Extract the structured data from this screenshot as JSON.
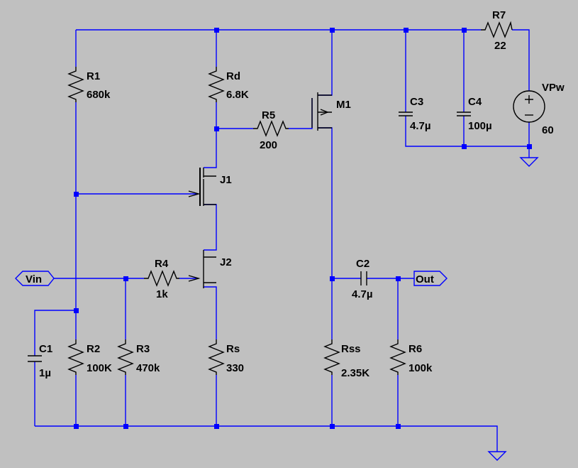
{
  "colors": {
    "background": "#c0c0c0",
    "wire": "#0000ff",
    "component": "#000000"
  },
  "ports": {
    "input": "Vin",
    "output": "Out"
  },
  "components": {
    "R1": {
      "name": "R1",
      "value": "680k"
    },
    "R2": {
      "name": "R2",
      "value": "100K"
    },
    "R3": {
      "name": "R3",
      "value": "470k"
    },
    "R4": {
      "name": "R4",
      "value": "1k"
    },
    "R5": {
      "name": "R5",
      "value": "200"
    },
    "R6": {
      "name": "R6",
      "value": "100k"
    },
    "R7": {
      "name": "R7",
      "value": "22"
    },
    "Rd": {
      "name": "Rd",
      "value": "6.8K"
    },
    "Rs": {
      "name": "Rs",
      "value": "330"
    },
    "Rss": {
      "name": "Rss",
      "value": "2.35K"
    },
    "C1": {
      "name": "C1",
      "value": "1µ"
    },
    "C2": {
      "name": "C2",
      "value": "4.7µ"
    },
    "C3": {
      "name": "C3",
      "value": "4.7µ"
    },
    "C4": {
      "name": "C4",
      "value": "100µ"
    },
    "J1": {
      "name": "J1"
    },
    "J2": {
      "name": "J2"
    },
    "M1": {
      "name": "M1"
    },
    "VPw": {
      "name": "VPw",
      "value": "60"
    }
  }
}
